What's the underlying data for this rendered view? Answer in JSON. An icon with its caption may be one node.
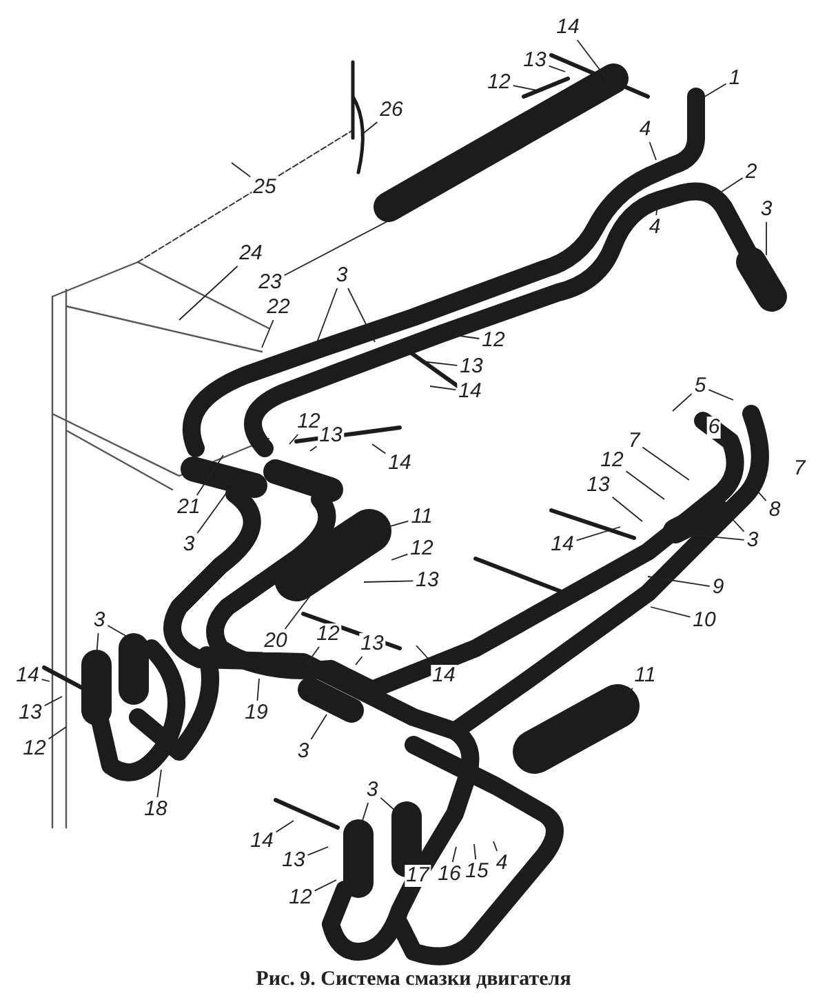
{
  "diagram": {
    "caption": "Рис. 9. Система смазки двигателя",
    "nodes": [
      {
        "text": [
          "14"
        ]
      },
      {
        "text": [
          "13"
        ]
      },
      {
        "text": [
          "12"
        ]
      },
      {
        "text": [
          "1"
        ]
      },
      {
        "text": [
          "26"
        ]
      },
      {
        "text": [
          "4"
        ]
      },
      {
        "text": [
          "2"
        ]
      },
      {
        "text": [
          "25"
        ]
      },
      {
        "text": [
          "3"
        ]
      },
      {
        "text": [
          "4"
        ]
      },
      {
        "text": [
          "24"
        ]
      },
      {
        "text": [
          "23"
        ]
      },
      {
        "text": [
          "22"
        ]
      },
      {
        "text": [
          "3"
        ]
      },
      {
        "text": [
          "12"
        ]
      },
      {
        "text": [
          "13"
        ]
      },
      {
        "text": [
          "14"
        ]
      },
      {
        "text": [
          "12"
        ]
      },
      {
        "text": [
          "13"
        ]
      },
      {
        "text": [
          "14"
        ]
      },
      {
        "text": [
          "5"
        ]
      },
      {
        "text": [
          "6"
        ]
      },
      {
        "text": [
          "7"
        ]
      },
      {
        "text": [
          "12"
        ]
      },
      {
        "text": [
          "13"
        ]
      },
      {
        "text": [
          "8"
        ]
      },
      {
        "text": [
          "14"
        ]
      },
      {
        "text": [
          "3"
        ]
      },
      {
        "text": [
          "21"
        ]
      },
      {
        "text": [
          "3"
        ]
      },
      {
        "text": [
          "11"
        ]
      },
      {
        "text": [
          "12"
        ]
      },
      {
        "text": [
          "13"
        ]
      },
      {
        "text": [
          "9"
        ]
      },
      {
        "text": [
          "10"
        ]
      },
      {
        "text": [
          "20"
        ]
      },
      {
        "text": [
          "12"
        ]
      },
      {
        "text": [
          "13"
        ]
      },
      {
        "text": [
          "14"
        ]
      },
      {
        "text": [
          "3"
        ]
      },
      {
        "text": [
          "11"
        ]
      },
      {
        "text": [
          "14"
        ]
      },
      {
        "text": [
          "13"
        ]
      },
      {
        "text": [
          "12"
        ]
      },
      {
        "text": [
          "19"
        ]
      },
      {
        "text": [
          "3"
        ]
      },
      {
        "text": [
          "18"
        ]
      },
      {
        "text": [
          "3"
        ]
      },
      {
        "text": [
          "14"
        ]
      },
      {
        "text": [
          "13"
        ]
      },
      {
        "text": [
          "17"
        ]
      },
      {
        "text": [
          "16"
        ]
      },
      {
        "text": [
          "15"
        ]
      },
      {
        "text": [
          "4"
        ]
      },
      {
        "text": [
          "12"
        ]
      },
      {
        "text": [
          "7"
        ]
      }
    ],
    "edges": [
      {
        "from": 0,
        "to": null,
        "arrow": "none"
      },
      {
        "from": 1,
        "to": null,
        "arrow": "none"
      },
      {
        "from": 2,
        "to": null,
        "arrow": "none"
      },
      {
        "from": 3,
        "to": null,
        "arrow": "none"
      },
      {
        "from": 4,
        "to": null,
        "arrow": "none"
      },
      {
        "from": 5,
        "to": null,
        "arrow": "none"
      },
      {
        "from": 6,
        "to": null,
        "arrow": "none"
      },
      {
        "from": 7,
        "to": null,
        "arrow": "none"
      },
      {
        "from": 8,
        "to": null,
        "arrow": "none"
      },
      {
        "from": 9,
        "to": null,
        "arrow": "none"
      },
      {
        "from": 10,
        "to": null,
        "arrow": "none"
      },
      {
        "from": 11,
        "to": null,
        "arrow": "none"
      },
      {
        "from": 12,
        "to": null,
        "arrow": "none"
      },
      {
        "from": 13,
        "to": null,
        "arrow": "none"
      },
      {
        "from": 13,
        "to": null,
        "arrow": "none"
      },
      {
        "from": 14,
        "to": null,
        "arrow": "none"
      },
      {
        "from": 15,
        "to": null,
        "arrow": "none"
      },
      {
        "from": 16,
        "to": null,
        "arrow": "none"
      },
      {
        "from": 17,
        "to": null,
        "arrow": "none"
      },
      {
        "from": 18,
        "to": null,
        "arrow": "none"
      },
      {
        "from": 19,
        "to": null,
        "arrow": "none"
      },
      {
        "from": 20,
        "to": null,
        "arrow": "none"
      },
      {
        "from": 20,
        "to": null,
        "arrow": "none"
      },
      {
        "from": 21,
        "to": null,
        "arrow": "none"
      },
      {
        "from": 22,
        "to": null,
        "arrow": "none"
      },
      {
        "from": 23,
        "to": null,
        "arrow": "none"
      },
      {
        "from": 24,
        "to": null,
        "arrow": "none"
      },
      {
        "from": 25,
        "to": null,
        "arrow": "none"
      },
      {
        "from": 26,
        "to": null,
        "arrow": "none"
      },
      {
        "from": 27,
        "to": null,
        "arrow": "none"
      },
      {
        "from": 27,
        "to": null,
        "arrow": "none"
      },
      {
        "from": 28,
        "to": null,
        "arrow": "none"
      },
      {
        "from": 29,
        "to": null,
        "arrow": "none"
      },
      {
        "from": 30,
        "to": null,
        "arrow": "none"
      },
      {
        "from": 31,
        "to": null,
        "arrow": "none"
      },
      {
        "from": 32,
        "to": null,
        "arrow": "none"
      },
      {
        "from": 33,
        "to": null,
        "arrow": "none"
      },
      {
        "from": 34,
        "to": null,
        "arrow": "none"
      },
      {
        "from": 35,
        "to": null,
        "arrow": "none"
      },
      {
        "from": 36,
        "to": null,
        "arrow": "none"
      },
      {
        "from": 37,
        "to": null,
        "arrow": "none"
      },
      {
        "from": 38,
        "to": null,
        "arrow": "none"
      },
      {
        "from": 39,
        "to": null,
        "arrow": "none"
      },
      {
        "from": 39,
        "to": null,
        "arrow": "none"
      },
      {
        "from": 40,
        "to": null,
        "arrow": "none"
      },
      {
        "from": 41,
        "to": null,
        "arrow": "none"
      },
      {
        "from": 42,
        "to": null,
        "arrow": "none"
      },
      {
        "from": 43,
        "to": null,
        "arrow": "none"
      },
      {
        "from": 44,
        "to": null,
        "arrow": "none"
      },
      {
        "from": 45,
        "to": null,
        "arrow": "none"
      },
      {
        "from": 46,
        "to": null,
        "arrow": "none"
      },
      {
        "from": 47,
        "to": null,
        "arrow": "none"
      },
      {
        "from": 47,
        "to": null,
        "arrow": "none"
      },
      {
        "from": 48,
        "to": null,
        "arrow": "none"
      },
      {
        "from": 49,
        "to": null,
        "arrow": "none"
      },
      {
        "from": 50,
        "to": null,
        "arrow": "none"
      },
      {
        "from": 51,
        "to": null,
        "arrow": "none"
      },
      {
        "from": 52,
        "to": null,
        "arrow": "none"
      },
      {
        "from": 53,
        "to": null,
        "arrow": "none"
      },
      {
        "from": 54,
        "to": null,
        "arrow": "none"
      }
    ]
  }
}
